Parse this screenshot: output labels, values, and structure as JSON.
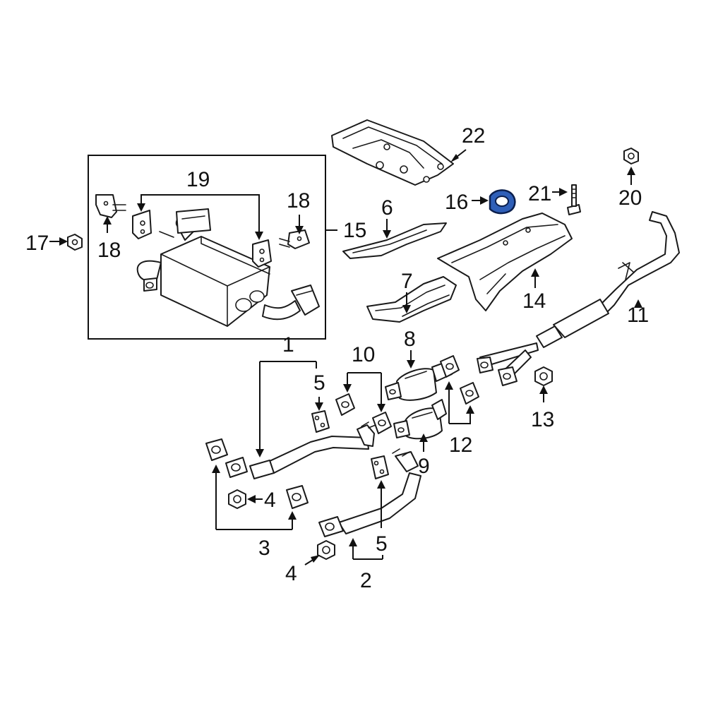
{
  "diagram": {
    "highlight_color": "#2f5fb8",
    "callouts": {
      "c1": "1",
      "c2": "2",
      "c3": "3",
      "c4a": "4",
      "c4b": "4",
      "c5a": "5",
      "c5b": "5",
      "c6": "6",
      "c7": "7",
      "c8": "8",
      "c9": "9",
      "c10": "10",
      "c11": "11",
      "c12": "12",
      "c13": "13",
      "c14": "14",
      "c15": "15",
      "c16": "16",
      "c17": "17",
      "c18a": "18",
      "c18b": "18",
      "c19": "19",
      "c20": "20",
      "c21": "21",
      "c22": "22"
    }
  }
}
